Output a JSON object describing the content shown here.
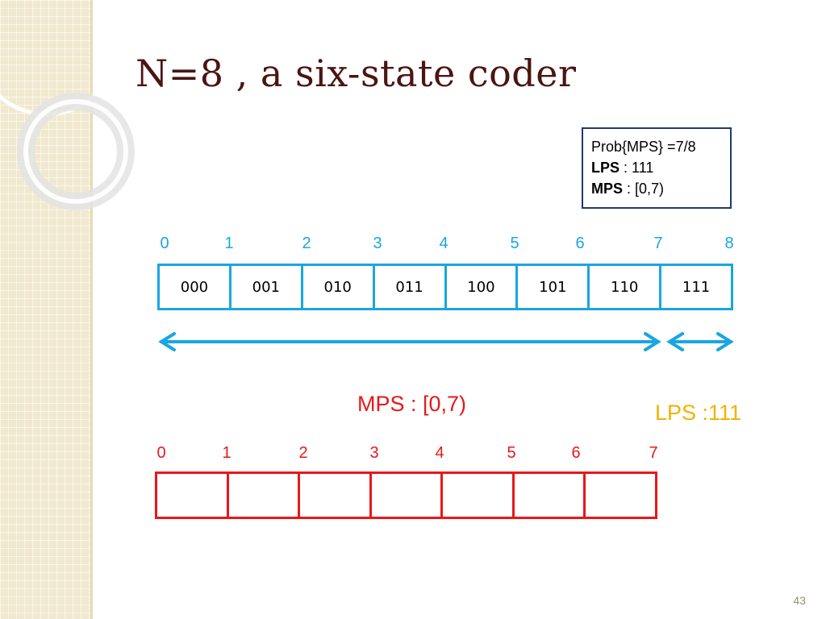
{
  "slide": {
    "title": "N=8 , a six-state coder",
    "page_number": "43"
  },
  "info_box": {
    "line1_text": "Prob{MPS} =7/8",
    "line2_key": "LPS",
    "line2_value": " : 111",
    "line3_key": "MPS",
    "line3_value": " : [0,7)"
  },
  "top_interval": {
    "tick_labels": [
      "0",
      "1",
      "2",
      "3",
      "4",
      "5",
      "6",
      "7",
      "8"
    ],
    "cells": [
      "000",
      "001",
      "010",
      "011",
      "100",
      "101",
      "110",
      "111"
    ],
    "color": "#1aa6e0"
  },
  "mps_label": "MPS : [0,7)",
  "lps_label": "LPS :111",
  "bottom_interval": {
    "tick_labels": [
      "0",
      "1",
      "2",
      "3",
      "4",
      "5",
      "6",
      "7"
    ],
    "cell_count": 7,
    "color": "#e81818"
  },
  "colors": {
    "title": "#4a1512",
    "mps": "#e81818",
    "lps": "#f2b200",
    "top_interval": "#1aa6e0",
    "box_border": "#1f3a6b"
  }
}
